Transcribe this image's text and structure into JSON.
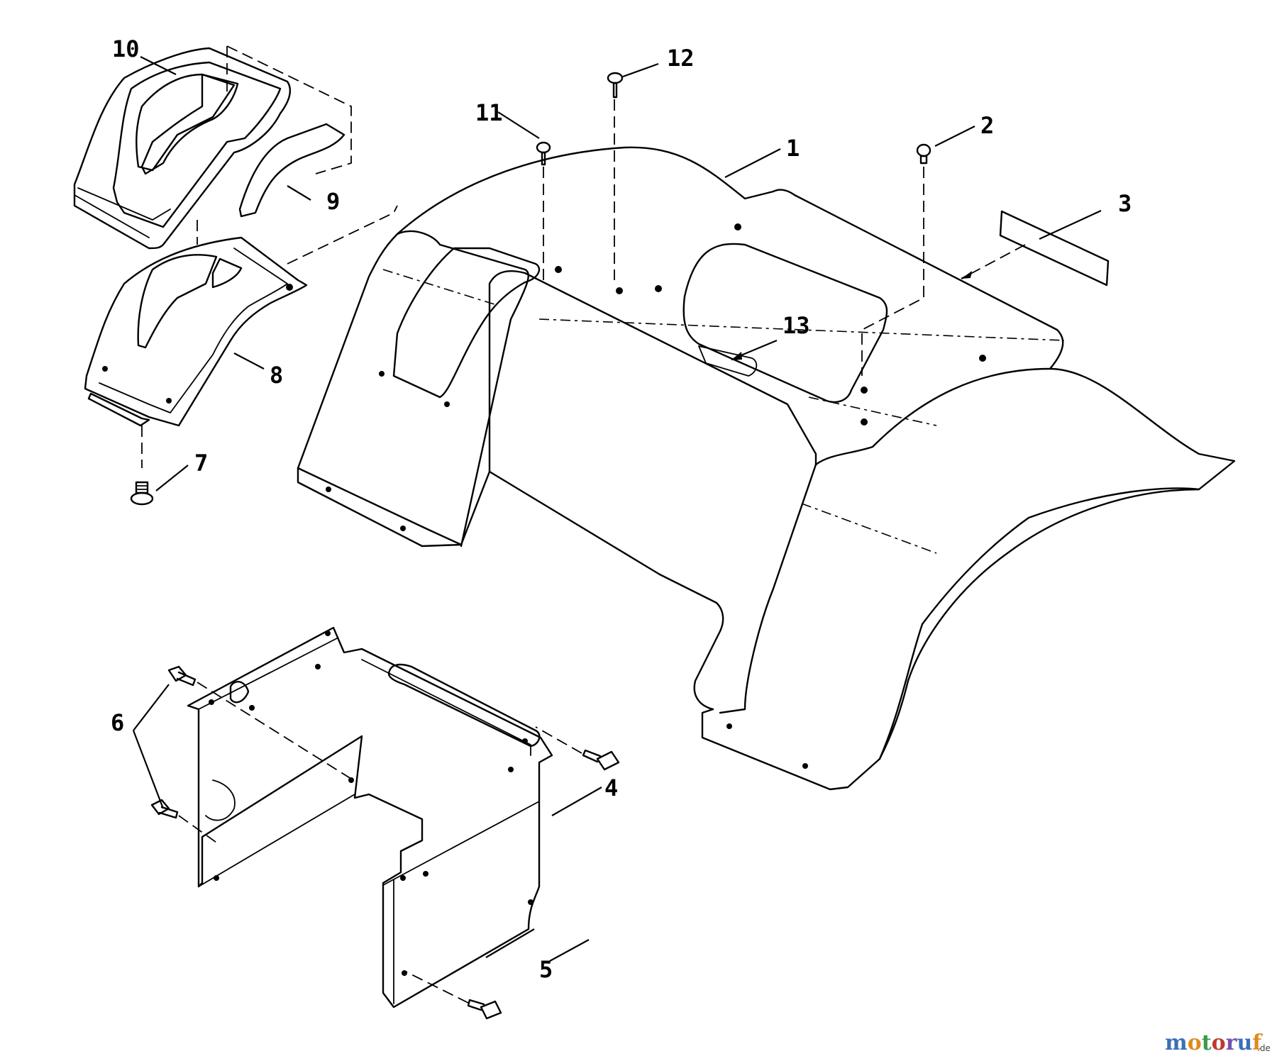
{
  "callouts": {
    "c1": "1",
    "c2": "2",
    "c3": "3",
    "c4": "4",
    "c5": "5",
    "c6": "6",
    "c7": "7",
    "c8": "8",
    "c9": "9",
    "c10": "10",
    "c11": "11",
    "c12": "12",
    "c13": "13"
  },
  "watermark": {
    "brand": "motoruf",
    "tld": ".de",
    "colors": [
      "#3b6fb6",
      "#e08a1e",
      "#3b9a4a",
      "#c0392b",
      "#7a4fb0",
      "#3b6fb6",
      "#e08a1e"
    ]
  }
}
